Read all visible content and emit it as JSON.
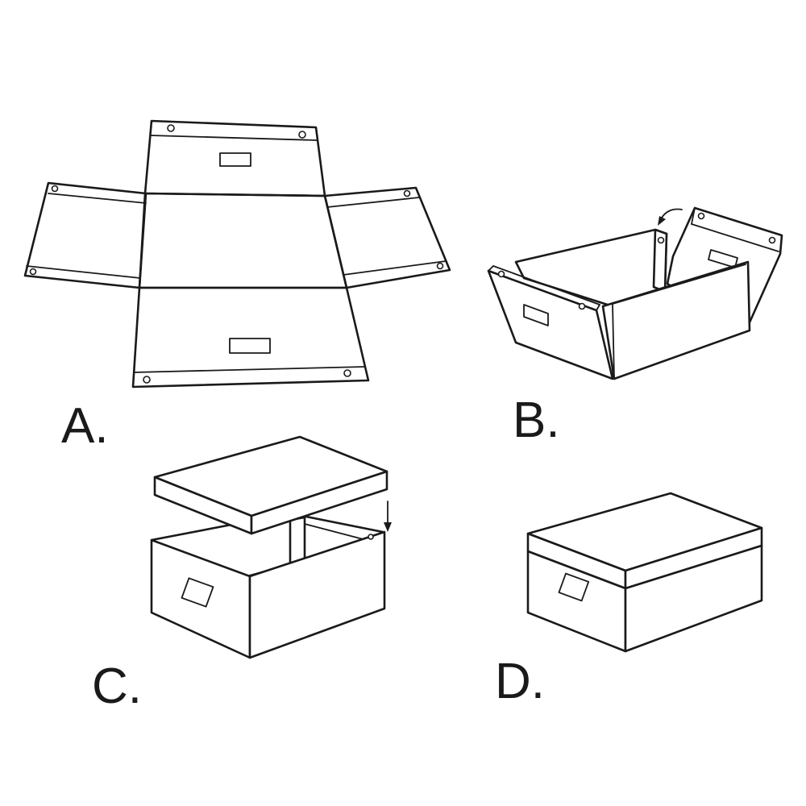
{
  "steps": [
    {
      "label": "A."
    },
    {
      "label": "B."
    },
    {
      "label": "C."
    },
    {
      "label": "D."
    }
  ],
  "colors": {
    "line": "#1a1a1a",
    "background": "#ffffff"
  }
}
